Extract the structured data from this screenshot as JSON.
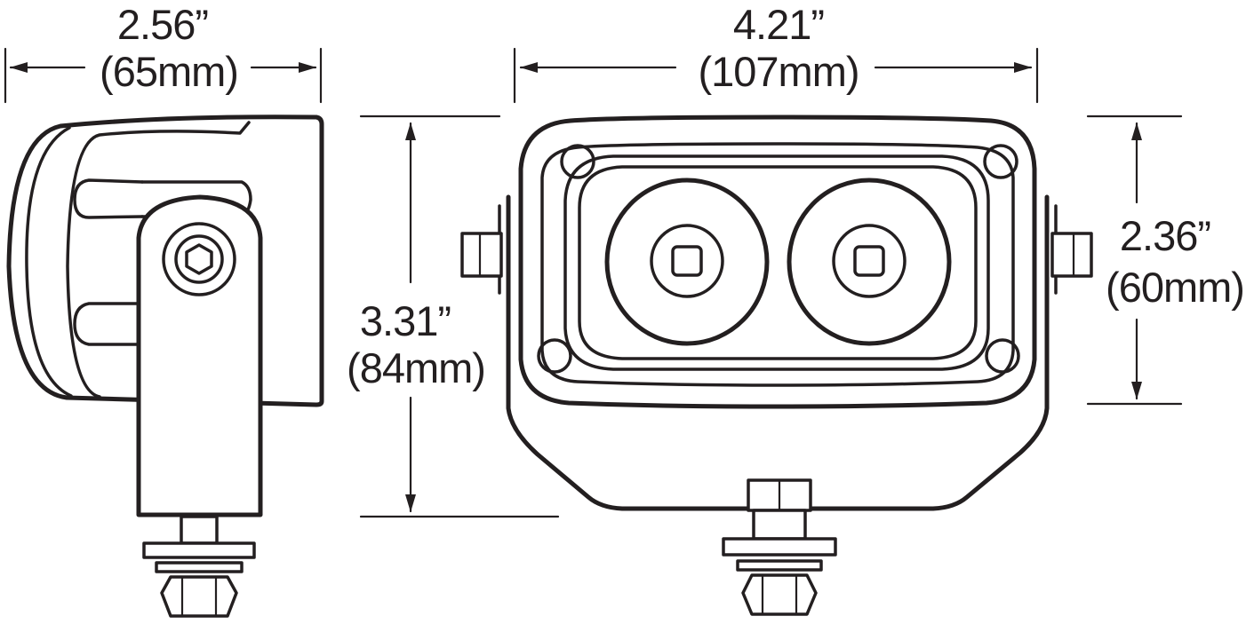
{
  "dimensions": {
    "side_width": {
      "inches": "2.56”",
      "mm": "(65mm)"
    },
    "front_width": {
      "inches": "4.21”",
      "mm": "(107mm)"
    },
    "overall_height": {
      "inches": "3.31”",
      "mm": "(84mm)"
    },
    "housing_height": {
      "inches": "2.36”",
      "mm": "(60mm)"
    }
  },
  "colors": {
    "line": "#231f20",
    "background": "#ffffff"
  }
}
